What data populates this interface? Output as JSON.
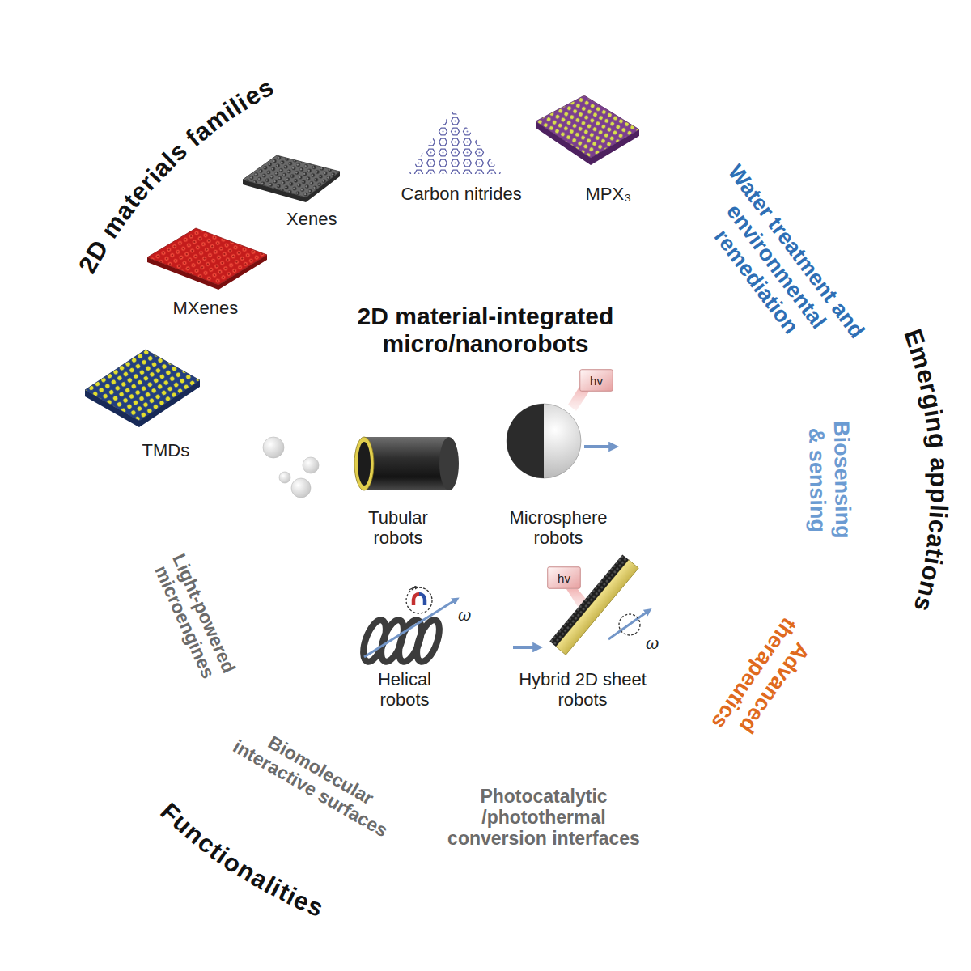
{
  "diagram": {
    "nodes": [
      {
        "text": [
          "2D materials families",
          "TMDs",
          "MXenes",
          "Xenes",
          "Carbon nitrides",
          "MPX₃"
        ]
      },
      {
        "text": [
          "Emerging applications",
          "Water treatment and environmental remediation",
          "Biosensing & sensing",
          "Advanced therapeutics"
        ]
      },
      {
        "text": [
          "Functionalities",
          "Light-powered microengines",
          "Biomolecular interactive surfaces",
          "Photocatalytic /photothermal conversion interfaces"
        ]
      },
      {
        "text": [
          "2D material-integrated micro/nanorobots",
          "Tubular robots",
          "Microsphere robots",
          "Helical robots",
          "Hybrid 2D sheet robots"
        ]
      },
      {
        "text": [
          "hv"
        ],
        "in": 3
      },
      {
        "text": [
          "hv"
        ],
        "in": 3
      }
    ],
    "labels": [
      "ω",
      "ω"
    ]
  }
}
